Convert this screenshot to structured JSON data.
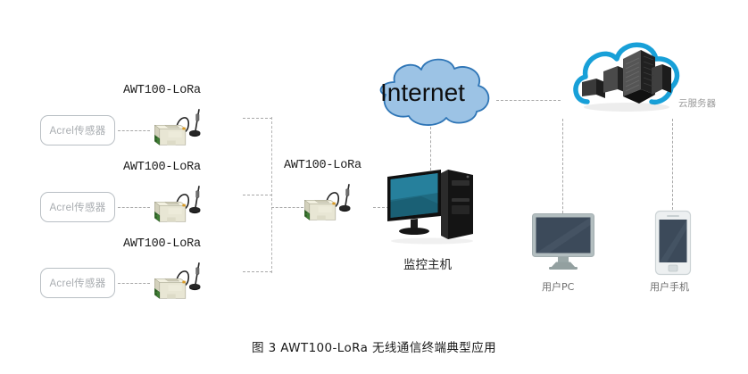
{
  "figure": {
    "caption": "图 3  AWT100-LoRa 无线通信终端典型应用"
  },
  "colors": {
    "device_body": "#e8e6d4",
    "device_shade": "#cfcdb8",
    "terminal_green": "#3f7d34",
    "antenna_black": "#1d1d1d",
    "cloud_fill": "#9cc3e5",
    "cloud_stroke": "#2e75b6",
    "server_cloud_stroke": "#18a0d8",
    "server_dark": "#262626",
    "link_dash": "#a8a8a8",
    "sensor_border": "#b9bfc4",
    "sensor_text": "#a9adb1",
    "user_screen": "#3c4a5a",
    "user_frame": "#b3bec0",
    "monitor_screen": "#2a7f92"
  },
  "sensors": [
    {
      "label": "Acrel传感器"
    },
    {
      "label": "Acrel传感器"
    },
    {
      "label": "Acrel传感器"
    }
  ],
  "node_devices": [
    {
      "label": "AWT100-LoRa"
    },
    {
      "label": "AWT100-LoRa"
    },
    {
      "label": "AWT100-LoRa"
    }
  ],
  "gateway": {
    "label": "AWT100-LoRa"
  },
  "internet": {
    "label": "Internet"
  },
  "cloud_server": {
    "label": "云服务器"
  },
  "monitor_host": {
    "label": "监控主机"
  },
  "clients": [
    {
      "label": "用户PC",
      "type": "desktop"
    },
    {
      "label": "用户手机",
      "type": "phone"
    }
  ],
  "links": [
    {
      "from": "sensor-1",
      "to": "awt-node-1",
      "style": "dashed"
    },
    {
      "from": "sensor-2",
      "to": "awt-node-2",
      "style": "dashed"
    },
    {
      "from": "sensor-3",
      "to": "awt-node-3",
      "style": "dashed"
    },
    {
      "from": "awt-node-1",
      "to": "lora-bus",
      "style": "dashed"
    },
    {
      "from": "awt-node-2",
      "to": "lora-bus",
      "style": "dashed"
    },
    {
      "from": "awt-node-3",
      "to": "lora-bus",
      "style": "dashed"
    },
    {
      "from": "lora-bus",
      "to": "gateway",
      "style": "dashed"
    },
    {
      "from": "gateway",
      "to": "monitor-host",
      "style": "dashed"
    },
    {
      "from": "monitor-host",
      "to": "internet",
      "style": "dashed"
    },
    {
      "from": "internet",
      "to": "cloud-server",
      "style": "dashed"
    },
    {
      "from": "cloud-server",
      "to": "user-pc",
      "style": "dashed"
    },
    {
      "from": "cloud-server",
      "to": "user-phone",
      "style": "dashed"
    }
  ]
}
